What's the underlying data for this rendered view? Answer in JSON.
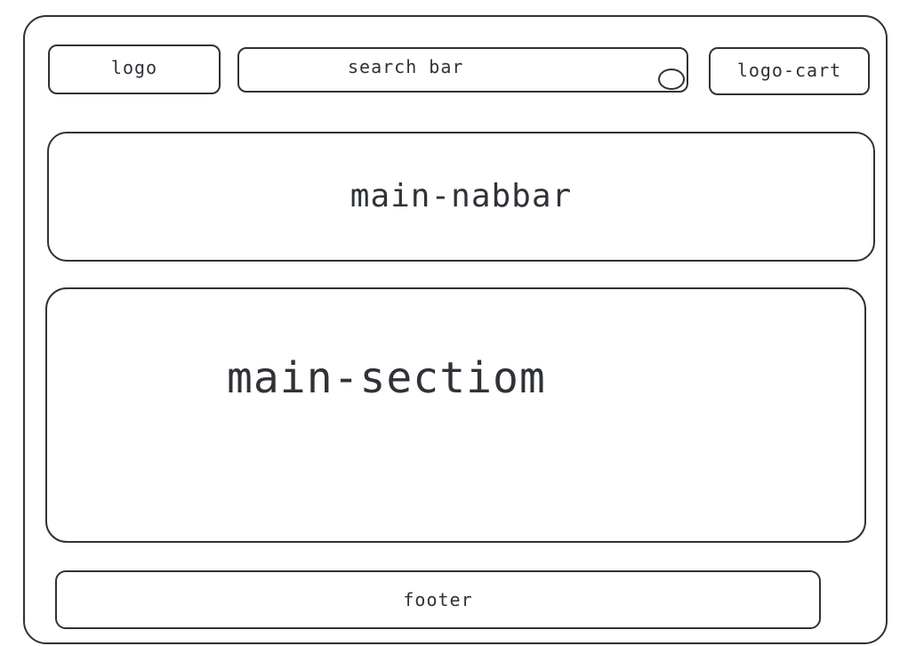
{
  "header": {
    "logo_label": "logo",
    "search_label": "search bar",
    "cart_label": "logo-cart"
  },
  "navbar": {
    "label": "main-nabbar"
  },
  "section": {
    "label": "main-sectiom"
  },
  "footer": {
    "label": "footer"
  },
  "colors": {
    "stroke": "#2f3237",
    "background": "#ffffff"
  }
}
